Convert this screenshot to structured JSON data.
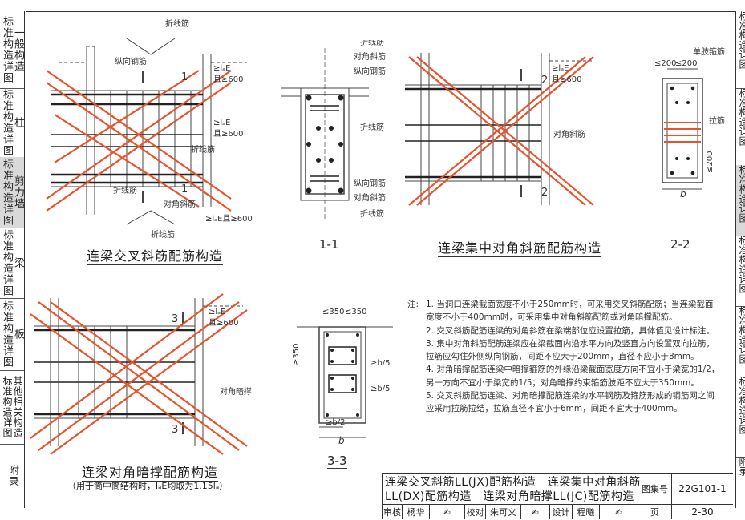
{
  "left_tabs": [
    {
      "label": "标准构造详图",
      "section": "一般构造",
      "active": false
    },
    {
      "label": "标准构造详图",
      "section": "柱",
      "active": false
    },
    {
      "label": "标准构造详图",
      "section": "剪力墙",
      "active": true
    },
    {
      "label": "标准构造详图",
      "section": "梁",
      "active": false
    },
    {
      "label": "标准构造详图",
      "section": "板",
      "active": false
    },
    {
      "label": "标准构造详图",
      "section": "其他相关构造",
      "active": false
    },
    {
      "label": "附录",
      "section": "",
      "active": false
    }
  ],
  "right_tabs": [
    "标准构造详图",
    "标准构造详图",
    "标准构造详图",
    "标准构造详图",
    "标准构造详图",
    "标准构造详图",
    "附录"
  ],
  "captions": {
    "d1": "连梁交叉斜筋配筋构造",
    "d2": "连梁集中对角斜筋配筋构造",
    "d3": "连梁对角暗撑配筋构造",
    "d3_note": "（用于筒中筒结构时，lₐE均取为1.15lₐ）",
    "s11": "1-1",
    "s22": "2-2",
    "s33": "3-3"
  },
  "labels": {
    "zhexian": "折线筋",
    "zongxiang": "纵向钢筋",
    "duijiao": "对角斜筋",
    "danzhi": "单肢箍筋",
    "lajin": "拉筋",
    "anchor": "≥lₐE且≥600",
    "anchor_a": "≥lₐE",
    "anchor_b": "且≥600",
    "an_cheng": "对角暗撑",
    "dim200": "≤200",
    "dim350": "≤350",
    "dim350v": "≥350",
    "b": "b",
    "b5": "≥b/5",
    "b2": "≥b/2",
    "sec1": "1",
    "sec2": "2",
    "sec3": "3"
  },
  "notes": {
    "heading": "注:",
    "items": [
      "1. 当洞口连梁截面宽度不小于250mm时，可采用交叉斜筋配筋；当连梁截面宽度不小于400mm时，可采用集中对角斜筋配筋或对角暗撑配筋。",
      "2. 交叉斜筋配筋连梁的对角斜筋在梁端部位应设置拉筋，具体值见设计标注。",
      "3. 集中对角斜筋配筋连梁应在梁截面内沿水平方向及竖直方向设置双向拉筋，拉筋应勾住外侧纵向钢筋，间距不应大于200mm，直径不应小于8mm。",
      "4. 对角暗撑配筋连梁中暗撑箍筋的外缘沿梁截面宽度方向不宜小于梁宽的1/2，另一方向不宜小于梁宽的1/5；对角暗撑约束箍筋肢距不应大于350mm。",
      "5. 交叉斜筋配筋连梁、对角暗撑配筋连梁的水平钢筋及箍筋形成的钢筋网之间应采用拉筋拉结，拉筋直径不宜小于6mm，间距不宜大于400mm。"
    ]
  },
  "title_block": {
    "title_line1": "连梁交叉斜筋LL(JX)配筋构造　连梁集中对角斜筋",
    "title_line2": "LL(DX)配筋构造　连梁对角暗撑LL(JC)配筋构造",
    "atlas_label": "图集号",
    "atlas_no": "22G101-1",
    "review_label": "审核",
    "reviewer": "杨华",
    "check_label": "校对",
    "checker": "朱可义",
    "design_label": "设计",
    "designer": "程曦",
    "page_label": "页",
    "page_no": "2-30"
  },
  "colors": {
    "rebar_red": "#e8532b",
    "line": "#333333",
    "tab_active": "#d9d9d9"
  }
}
